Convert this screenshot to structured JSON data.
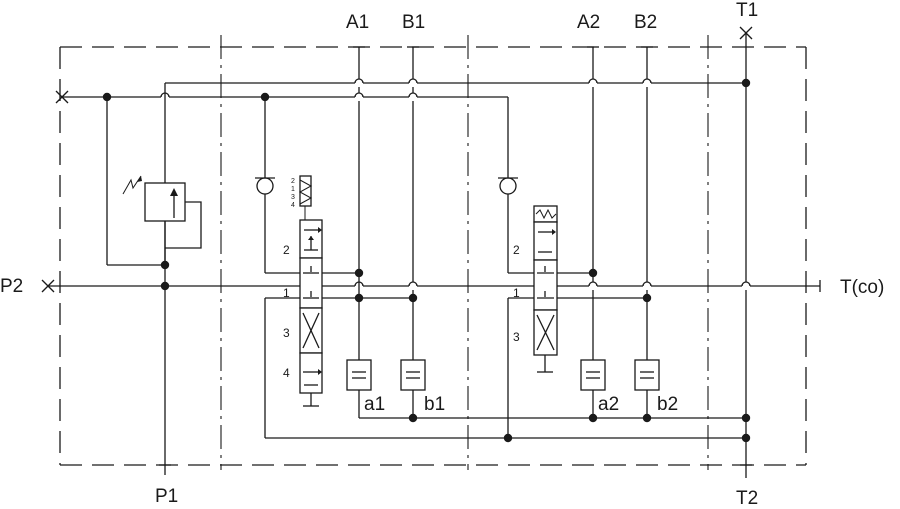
{
  "ports": {
    "p1": "P1",
    "p2": "P2",
    "t1": "T1",
    "t2": "T2",
    "tco": "T(co)",
    "a1": "A1",
    "b1": "B1",
    "a2": "A2",
    "b2": "B2",
    "a1_pilot": "a1",
    "b1_pilot": "b1",
    "a2_pilot": "a2",
    "b2_pilot": "b2"
  },
  "section1": {
    "positions": [
      "2",
      "1",
      "3",
      "4"
    ],
    "detent_labels": [
      "2",
      "1",
      "3",
      "4"
    ]
  },
  "section2": {
    "positions": [
      "2",
      "1",
      "3"
    ]
  },
  "colors": {
    "line": "#1a1a1a",
    "background": "#ffffff"
  }
}
